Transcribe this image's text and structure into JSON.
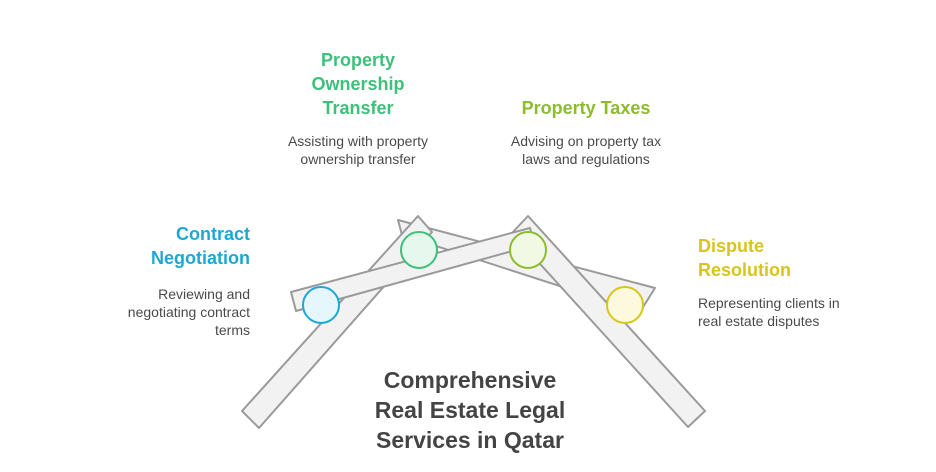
{
  "title": "Comprehensive Real Estate Legal Services in Qatar",
  "title_lines": [
    "Comprehensive",
    "Real Estate Legal",
    "Services in Qatar"
  ],
  "items": [
    {
      "title_lines": [
        "Contract",
        "Negotiation"
      ],
      "desc_lines": [
        "Reviewing and",
        "negotiating contract",
        "terms"
      ],
      "color": "#1ea7d6",
      "fill": "#e6f6fd"
    },
    {
      "title_lines": [
        "Property",
        "Ownership",
        "Transfer"
      ],
      "desc_lines": [
        "Assisting with property",
        "ownership transfer"
      ],
      "color": "#3ec07a",
      "fill": "#e6f8ee"
    },
    {
      "title_lines": [
        "Property Taxes"
      ],
      "desc_lines": [
        "Advising on property tax",
        "laws and regulations"
      ],
      "color": "#8dbb2e",
      "fill": "#f1f8e4"
    },
    {
      "title_lines": [
        "Dispute",
        "Resolution"
      ],
      "desc_lines": [
        "Representing clients in",
        "real estate disputes"
      ],
      "color": "#d8c51b",
      "fill": "#fcf9dc"
    }
  ],
  "beam_fill": "#f2f2f2",
  "beam_stroke": "#9a9a9a"
}
